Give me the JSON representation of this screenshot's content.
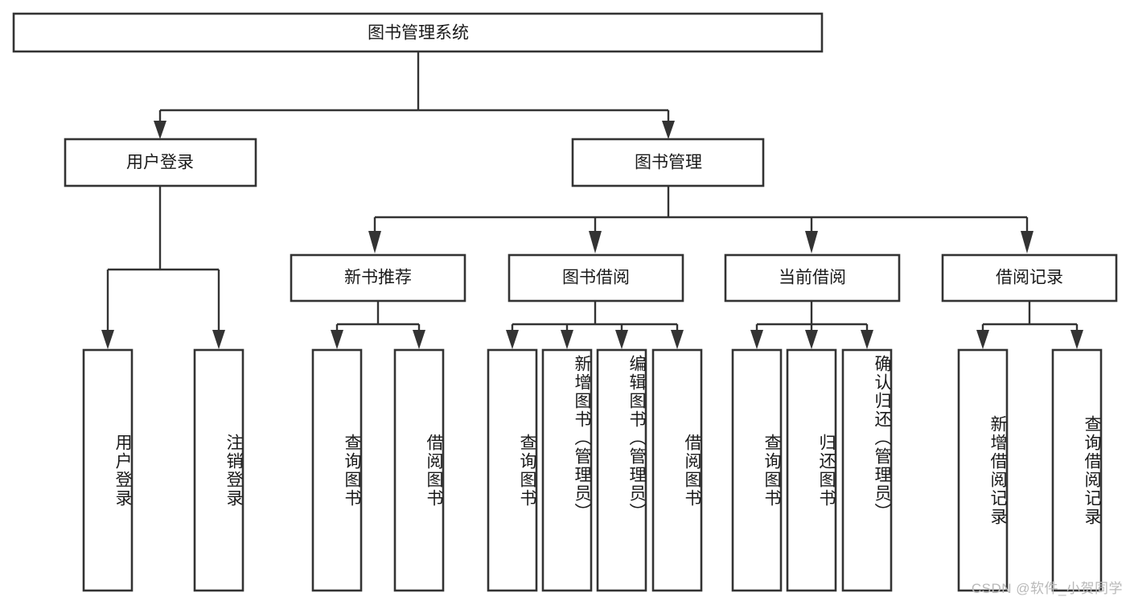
{
  "diagram": {
    "type": "tree-hierarchy",
    "title": "图书管理系统",
    "orientation": "top-down",
    "colors": {
      "background": "#ffffff",
      "box_fill": "#ffffff",
      "box_stroke": "#333333",
      "text": "#1a1a1a",
      "watermark": "#b9b9b9"
    },
    "root": {
      "label": "图书管理系统"
    },
    "level2": [
      {
        "id": "user-login",
        "label": "用户登录"
      },
      {
        "id": "book-management",
        "label": "图书管理"
      }
    ],
    "level3": [
      {
        "id": "new-book-recommend",
        "label": "新书推荐",
        "parent": "book-management"
      },
      {
        "id": "book-borrow",
        "label": "图书借阅",
        "parent": "book-management"
      },
      {
        "id": "current-borrow",
        "label": "当前借阅",
        "parent": "book-management"
      },
      {
        "id": "borrow-record",
        "label": "借阅记录",
        "parent": "book-management"
      }
    ],
    "leaves": {
      "user-login": [
        {
          "id": "leaf-user-login",
          "label": "用户登录"
        },
        {
          "id": "leaf-logout",
          "label": "注销登录"
        }
      ],
      "new-book-recommend": [
        {
          "id": "leaf-query-book-1",
          "label": "查询图书"
        },
        {
          "id": "leaf-borrow-book-1",
          "label": "借阅图书"
        }
      ],
      "book-borrow": [
        {
          "id": "leaf-query-book-2",
          "label": "查询图书"
        },
        {
          "id": "leaf-add-book",
          "label": "新增图书（管理员）"
        },
        {
          "id": "leaf-edit-book",
          "label": "编辑图书（管理员）"
        },
        {
          "id": "leaf-borrow-book-2",
          "label": "借阅图书"
        }
      ],
      "current-borrow": [
        {
          "id": "leaf-query-book-3",
          "label": "查询图书"
        },
        {
          "id": "leaf-return-book",
          "label": "归还图书"
        },
        {
          "id": "leaf-confirm-return",
          "label": "确认归还（管理员）"
        }
      ],
      "borrow-record": [
        {
          "id": "leaf-add-record",
          "label": "新增借阅记录"
        },
        {
          "id": "leaf-query-record",
          "label": "查询借阅记录"
        }
      ]
    }
  },
  "watermark": {
    "text": "CSDN @软件_小贺同学"
  }
}
